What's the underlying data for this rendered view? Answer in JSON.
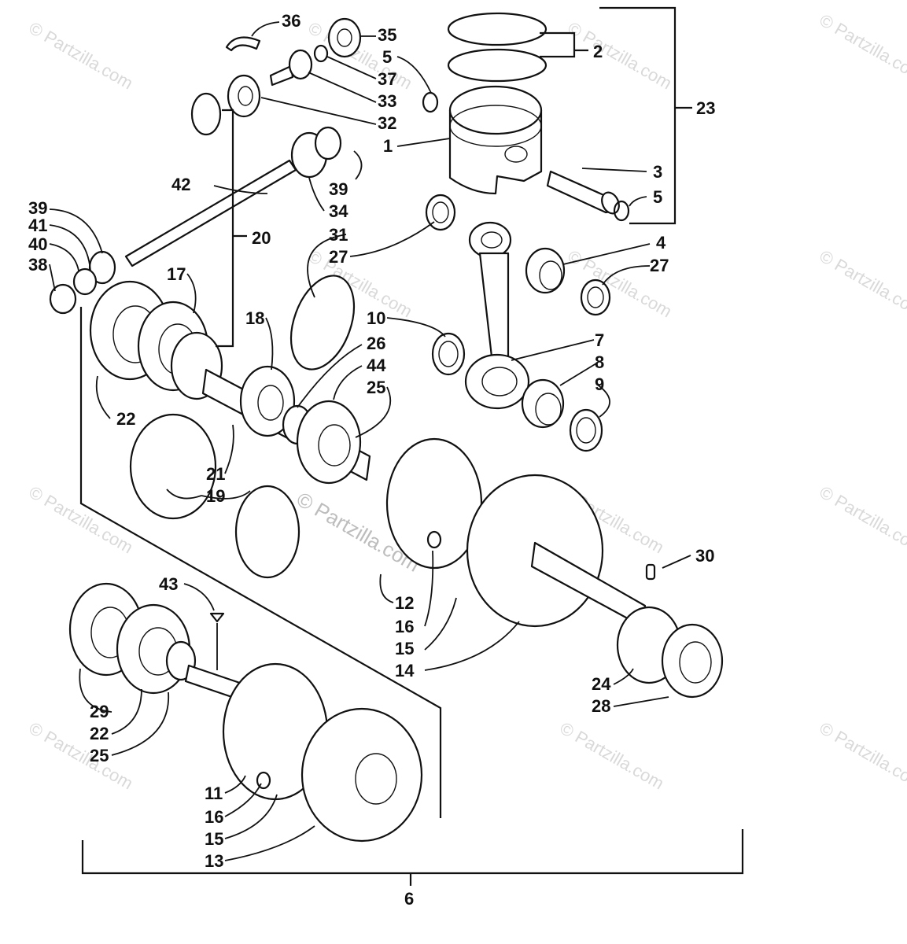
{
  "watermarks": {
    "small": "© Partzilla.com",
    "center": "© Partzilla.com"
  },
  "callouts": {
    "c1": "1",
    "c2": "2",
    "c3": "3",
    "c4": "4",
    "c5a": "5",
    "c5b": "5",
    "c6": "6",
    "c7": "7",
    "c8": "8",
    "c9": "9",
    "c10": "10",
    "c11": "11",
    "c12": "12",
    "c13": "13",
    "c14": "14",
    "c15a": "15",
    "c15b": "15",
    "c16a": "16",
    "c16b": "16",
    "c17": "17",
    "c18": "18",
    "c19": "19",
    "c20": "20",
    "c21": "21",
    "c22a": "22",
    "c22b": "22",
    "c23": "23",
    "c24": "24",
    "c25a": "25",
    "c25b": "25",
    "c26": "26",
    "c27a": "27",
    "c27b": "27",
    "c28": "28",
    "c29": "29",
    "c30": "30",
    "c31": "31",
    "c32": "32",
    "c33": "33",
    "c34": "34",
    "c35": "35",
    "c36": "36",
    "c37": "37",
    "c38": "38",
    "c39a": "39",
    "c39b": "39",
    "c40": "40",
    "c41": "41",
    "c42": "42",
    "c43": "43",
    "c44": "44"
  },
  "colors": {
    "ink": "#111111",
    "watermark": "#d9d9d9",
    "background": "#ffffff"
  }
}
